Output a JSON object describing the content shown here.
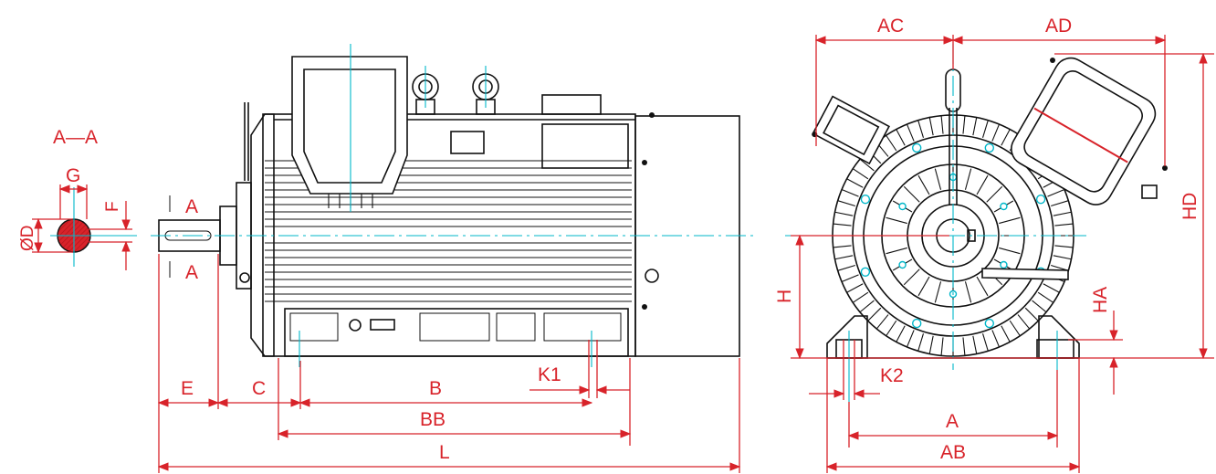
{
  "section_title": "A—A",
  "section_marks": [
    "A",
    "A"
  ],
  "shaft_section": {
    "labels": {
      "G": "G",
      "F": "F",
      "D": "ØD"
    }
  },
  "side_view": {
    "labels": {
      "E": "E",
      "C": "C",
      "B": "B",
      "BB": "BB",
      "L": "L",
      "K1": "K1"
    }
  },
  "end_view": {
    "labels": {
      "AC": "AC",
      "AD": "AD",
      "HD": "HD",
      "H": "H",
      "HA": "HA",
      "K2": "K2",
      "A": "A",
      "AB": "AB"
    }
  },
  "colors": {
    "dimension": "#d8232a",
    "centerline": "#00b7c9",
    "outline": "#111111",
    "shaft_section_fill": "#d8232a"
  }
}
